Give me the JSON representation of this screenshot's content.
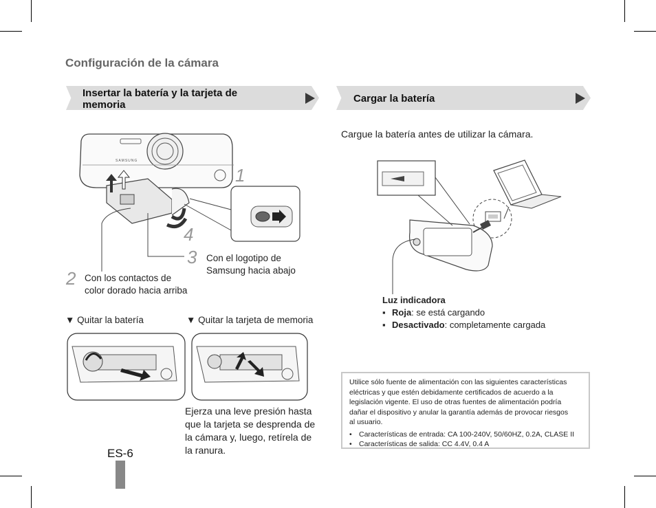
{
  "header": {
    "title": "Configuración de la cámara"
  },
  "left_banner": {
    "title_line1": "Insertar la batería y la tarjeta de",
    "title_line2": "memoria"
  },
  "right_banner": {
    "title": "Cargar la batería"
  },
  "left_steps": {
    "step1_num": "1",
    "step2_num": "2",
    "step2_line1": "Con los contactos de",
    "step2_line2": "color dorado hacia arriba",
    "step3_num": "3",
    "step3_line1": "Con el logotipo de",
    "step3_line2": "Samsung hacia abajo",
    "step4_num": "4"
  },
  "remove": {
    "battery_label": "▼ Quitar la batería",
    "card_label": "▼ Quitar la tarjeta de memoria",
    "card_note_lines": [
      "Ejerza una leve presión hasta",
      "que la tarjeta se desprenda de",
      "la cámara y, luego, retírela de",
      "la ranura."
    ]
  },
  "right_intro": "Cargue la batería antes de utilizar la cámara.",
  "indicator": {
    "title": "Luz indicadora",
    "red_label": "Roja",
    "red_text": ": se está cargando",
    "off_label": "Desactivado",
    "off_text": ": completamente cargada"
  },
  "info": {
    "lines": [
      "Utilice sólo fuente de alimentación con las siguientes características",
      "eléctricas y que estén debidamente certificados de acuerdo a la",
      "legislación vigente. El uso de otras fuentes de alimentación podría",
      "dañar el dispositivo y anular la garantía además de provocar riesgos",
      "al usuario."
    ],
    "bullets": [
      "Características de entrada: CA 100-240V, 50/60HZ, 0.2A, CLASE II",
      "Características de salida: CC 4.4V, 0.4 A"
    ]
  },
  "camera_brand": "SAMSUNG",
  "page": {
    "number": "ES-6"
  }
}
